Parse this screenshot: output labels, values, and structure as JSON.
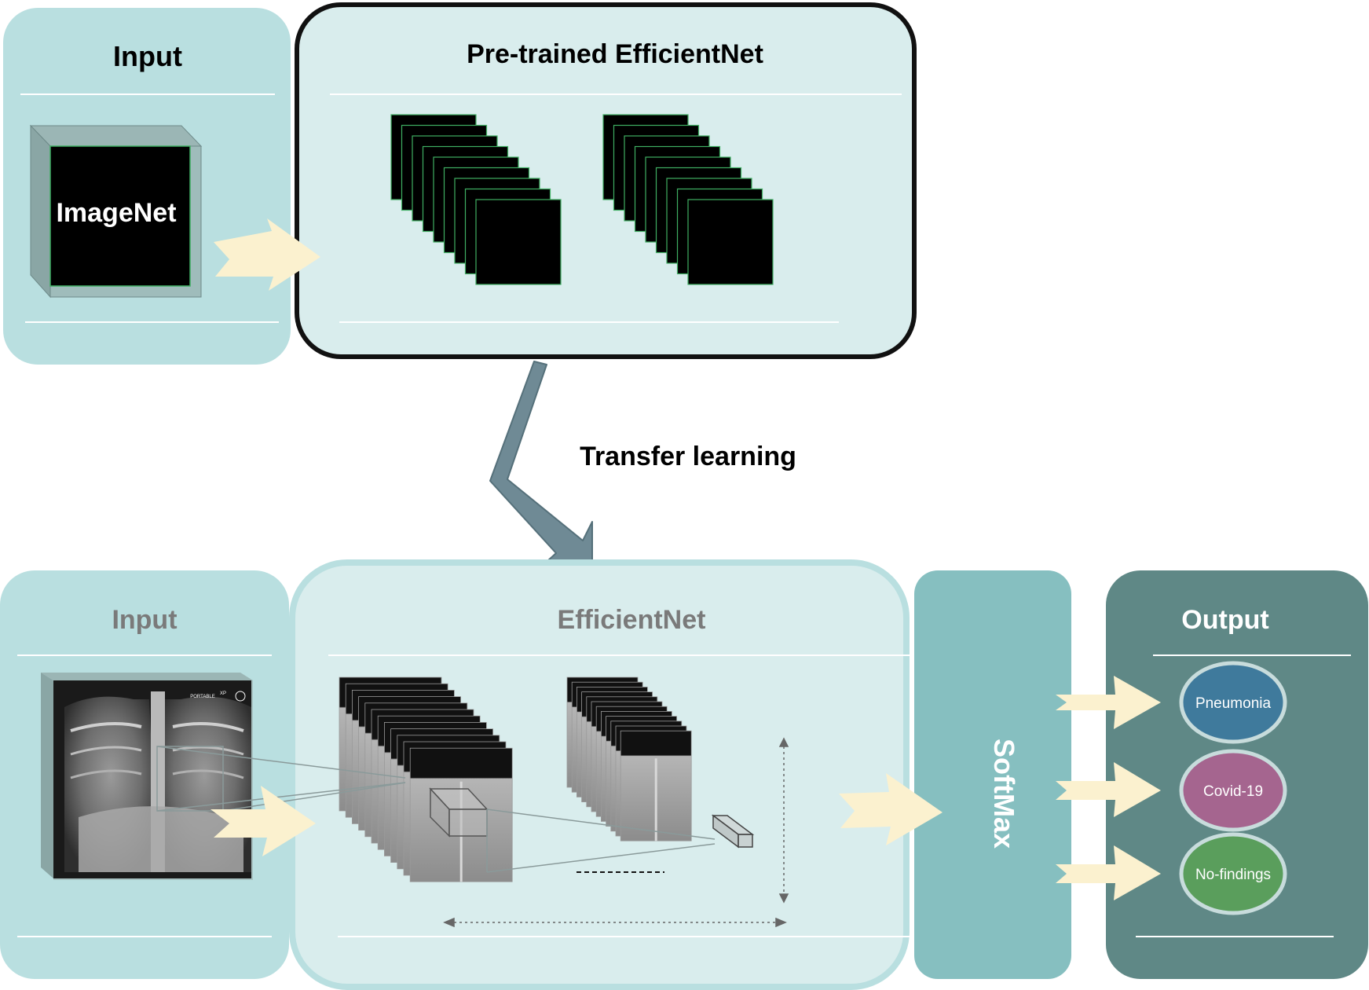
{
  "top": {
    "input_panel": {
      "title": "Input",
      "source_label": "ImageNet"
    },
    "pretrained_panel": {
      "title": "Pre-trained EfficientNet"
    }
  },
  "transfer": {
    "label": "Transfer learning"
  },
  "bottom": {
    "input_panel": {
      "title": "Input",
      "xray_tag": "PORTABLE",
      "xray_marker": "XP"
    },
    "efficientnet_panel": {
      "title": "EfficientNet"
    },
    "softmax_panel": {
      "title": "SoftMax"
    },
    "output_panel": {
      "title": "Output",
      "classes": [
        {
          "label": "Pneumonia",
          "color": "#3f7a9c"
        },
        {
          "label": "Covid-19",
          "color": "#a5658f"
        },
        {
          "label": "No-findings",
          "color": "#5a9e5c"
        }
      ]
    }
  },
  "colors": {
    "panel_light": "#b9dfe0",
    "panel_pale": "#d9eded",
    "panel_teal": "#86bfc0",
    "panel_dark": "#5f8886",
    "arrow_yellow": "#fbf1cf",
    "transfer_arrow": "#6f8a95"
  }
}
